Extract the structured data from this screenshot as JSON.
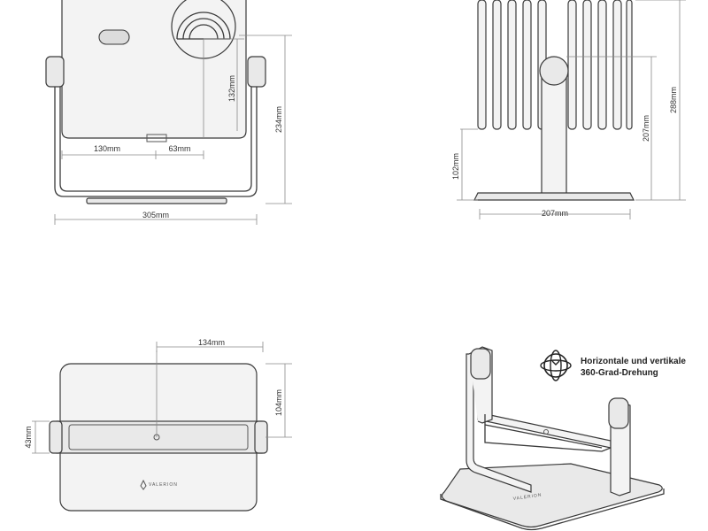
{
  "front_view": {
    "dim_width_total": "305mm",
    "dim_height_total": "234mm",
    "dim_lens_height": "132mm",
    "dim_left_offset": "130mm",
    "dim_lens_offset": "63mm"
  },
  "side_view": {
    "dim_height_total": "288mm",
    "dim_pivot_height": "207mm",
    "dim_base_height": "102mm",
    "dim_base_width": "207mm"
  },
  "top_view": {
    "dim_width": "134mm",
    "dim_depth": "104mm",
    "dim_handle": "43mm",
    "brand_logo": "VALERION"
  },
  "stand_view": {
    "rotation_caption_line1": "Horizontale und vertikale",
    "rotation_caption_line2": "360-Grad-Drehung",
    "brand_logo": "VALERION"
  }
}
